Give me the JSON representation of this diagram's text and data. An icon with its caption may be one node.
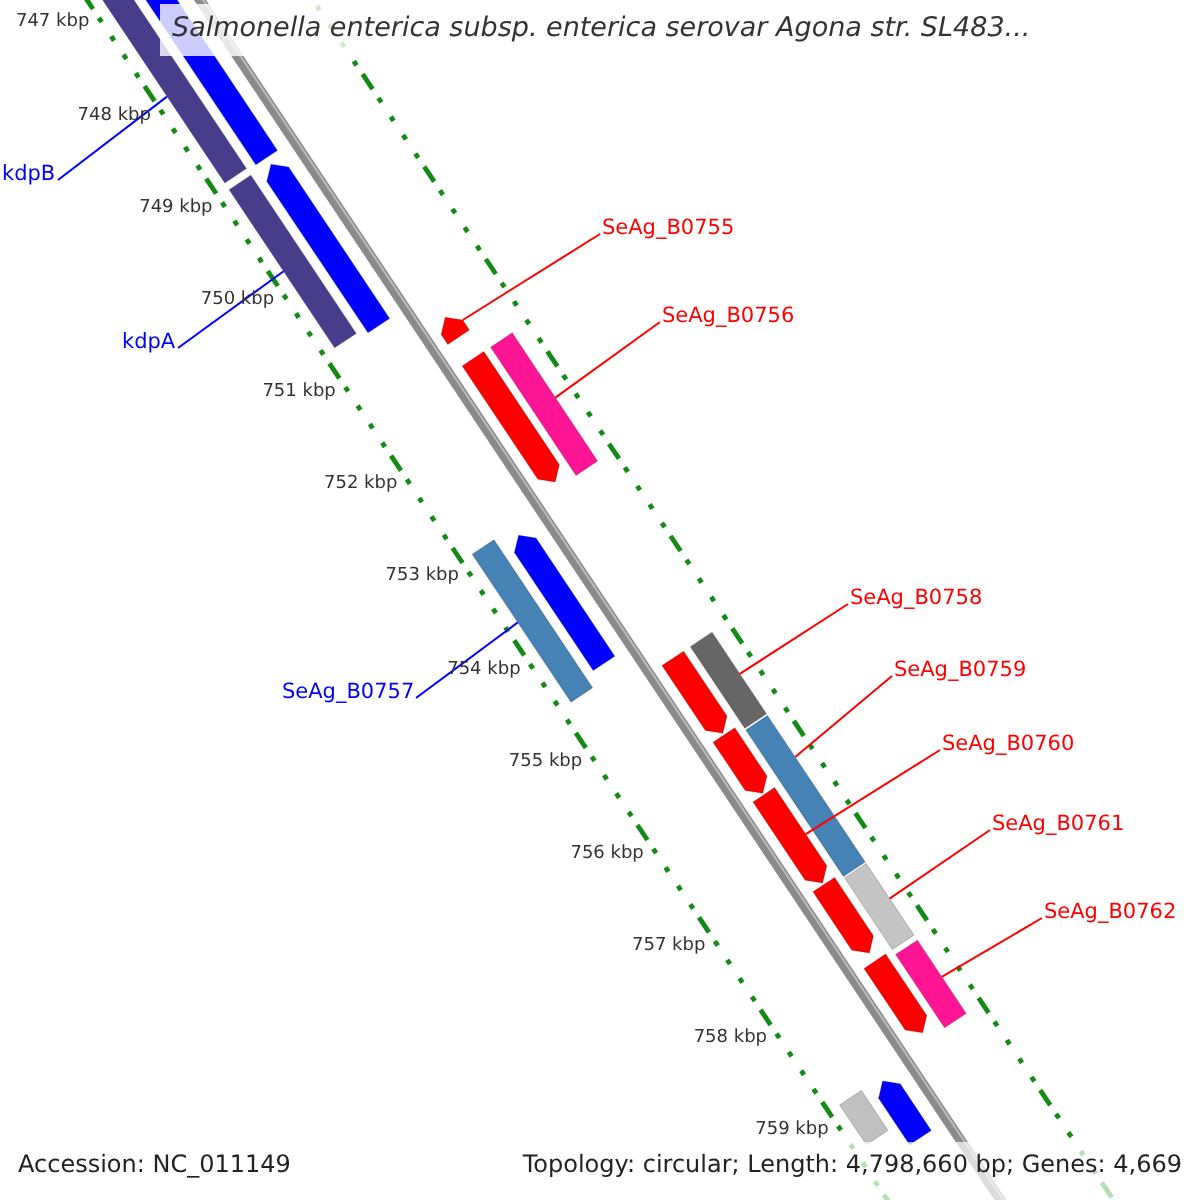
{
  "diagram": {
    "title": "Salmonella enterica subsp. enterica serovar Agona str. SL483...",
    "nodes": [
      {
        "text": [
          "kdpB"
        ]
      },
      {
        "text": [
          "SeAg_B0755"
        ]
      },
      {
        "text": [
          "SeAg_B0756"
        ]
      },
      {
        "text": [
          "kdpA"
        ]
      },
      {
        "text": [
          "SeAg_B0758"
        ]
      },
      {
        "text": [
          "SeAg_B0759"
        ]
      },
      {
        "text": [
          "SeAg_B0757"
        ]
      },
      {
        "text": [
          "SeAg_B0760"
        ]
      },
      {
        "text": [
          "SeAg_B0761"
        ]
      },
      {
        "text": [
          "SeAg_B0762"
        ]
      },
      {
        "text": [],
        "shape": "bar"
      },
      {
        "text": [],
        "shape": "bar"
      },
      {
        "text": [],
        "shape": "bar"
      },
      {
        "text": [],
        "shape": "bar"
      },
      {
        "text": [],
        "shape": "bar"
      },
      {
        "text": [],
        "shape": "bar"
      },
      {
        "text": [],
        "shape": "bar"
      },
      {
        "text": [],
        "shape": "bar"
      },
      {
        "text": [],
        "shape": "bar"
      },
      {
        "text": [],
        "shape": "bar"
      },
      {
        "text": [],
        "shape": "bar"
      },
      {
        "text": [],
        "shape": "bar"
      },
      {
        "text": [],
        "shape": "bar"
      },
      {
        "text": [],
        "shape": "bar"
      },
      {
        "text": [],
        "shape": "bar"
      },
      {
        "text": [],
        "shape": "bar"
      },
      {
        "text": [],
        "shape": "bar"
      },
      {
        "text": [],
        "shape": "bar"
      },
      {
        "text": [],
        "shape": "bar"
      },
      {
        "text": [],
        "shape": "bar"
      }
    ],
    "edges": [
      {
        "from": 0,
        "to": 10,
        "arrow": "none",
        "color": "#0000ff"
      },
      {
        "from": 1,
        "to": 11,
        "arrow": "none",
        "color": "#ff0000"
      },
      {
        "from": 2,
        "to": 12,
        "arrow": "none",
        "color": "#ff0000"
      },
      {
        "from": 3,
        "to": 13,
        "arrow": "none",
        "color": "#0000ff"
      },
      {
        "from": 4,
        "to": 14,
        "arrow": "none",
        "color": "#ff0000"
      },
      {
        "from": 5,
        "to": 15,
        "arrow": "none",
        "color": "#ff0000"
      },
      {
        "from": 6,
        "to": 16,
        "arrow": "none",
        "color": "#0000ff"
      },
      {
        "from": 7,
        "to": 17,
        "arrow": "none",
        "color": "#ff0000"
      },
      {
        "from": 8,
        "to": 18,
        "arrow": "none",
        "color": "#ff0000"
      },
      {
        "from": 9,
        "to": 19,
        "arrow": "none",
        "color": "#ff0000"
      }
    ],
    "labels": [
      "747 kbp",
      "748 kbp",
      "749 kbp",
      "750 kbp",
      "751 kbp",
      "752 kbp",
      "753 kbp",
      "754 kbp",
      "755 kbp",
      "756 kbp",
      "757 kbp",
      "758 kbp",
      "759 kbp",
      "Accession: NC_011149",
      "Topology: circular; Length: 4,798,660 bp; Genes: 4,669"
    ]
  }
}
